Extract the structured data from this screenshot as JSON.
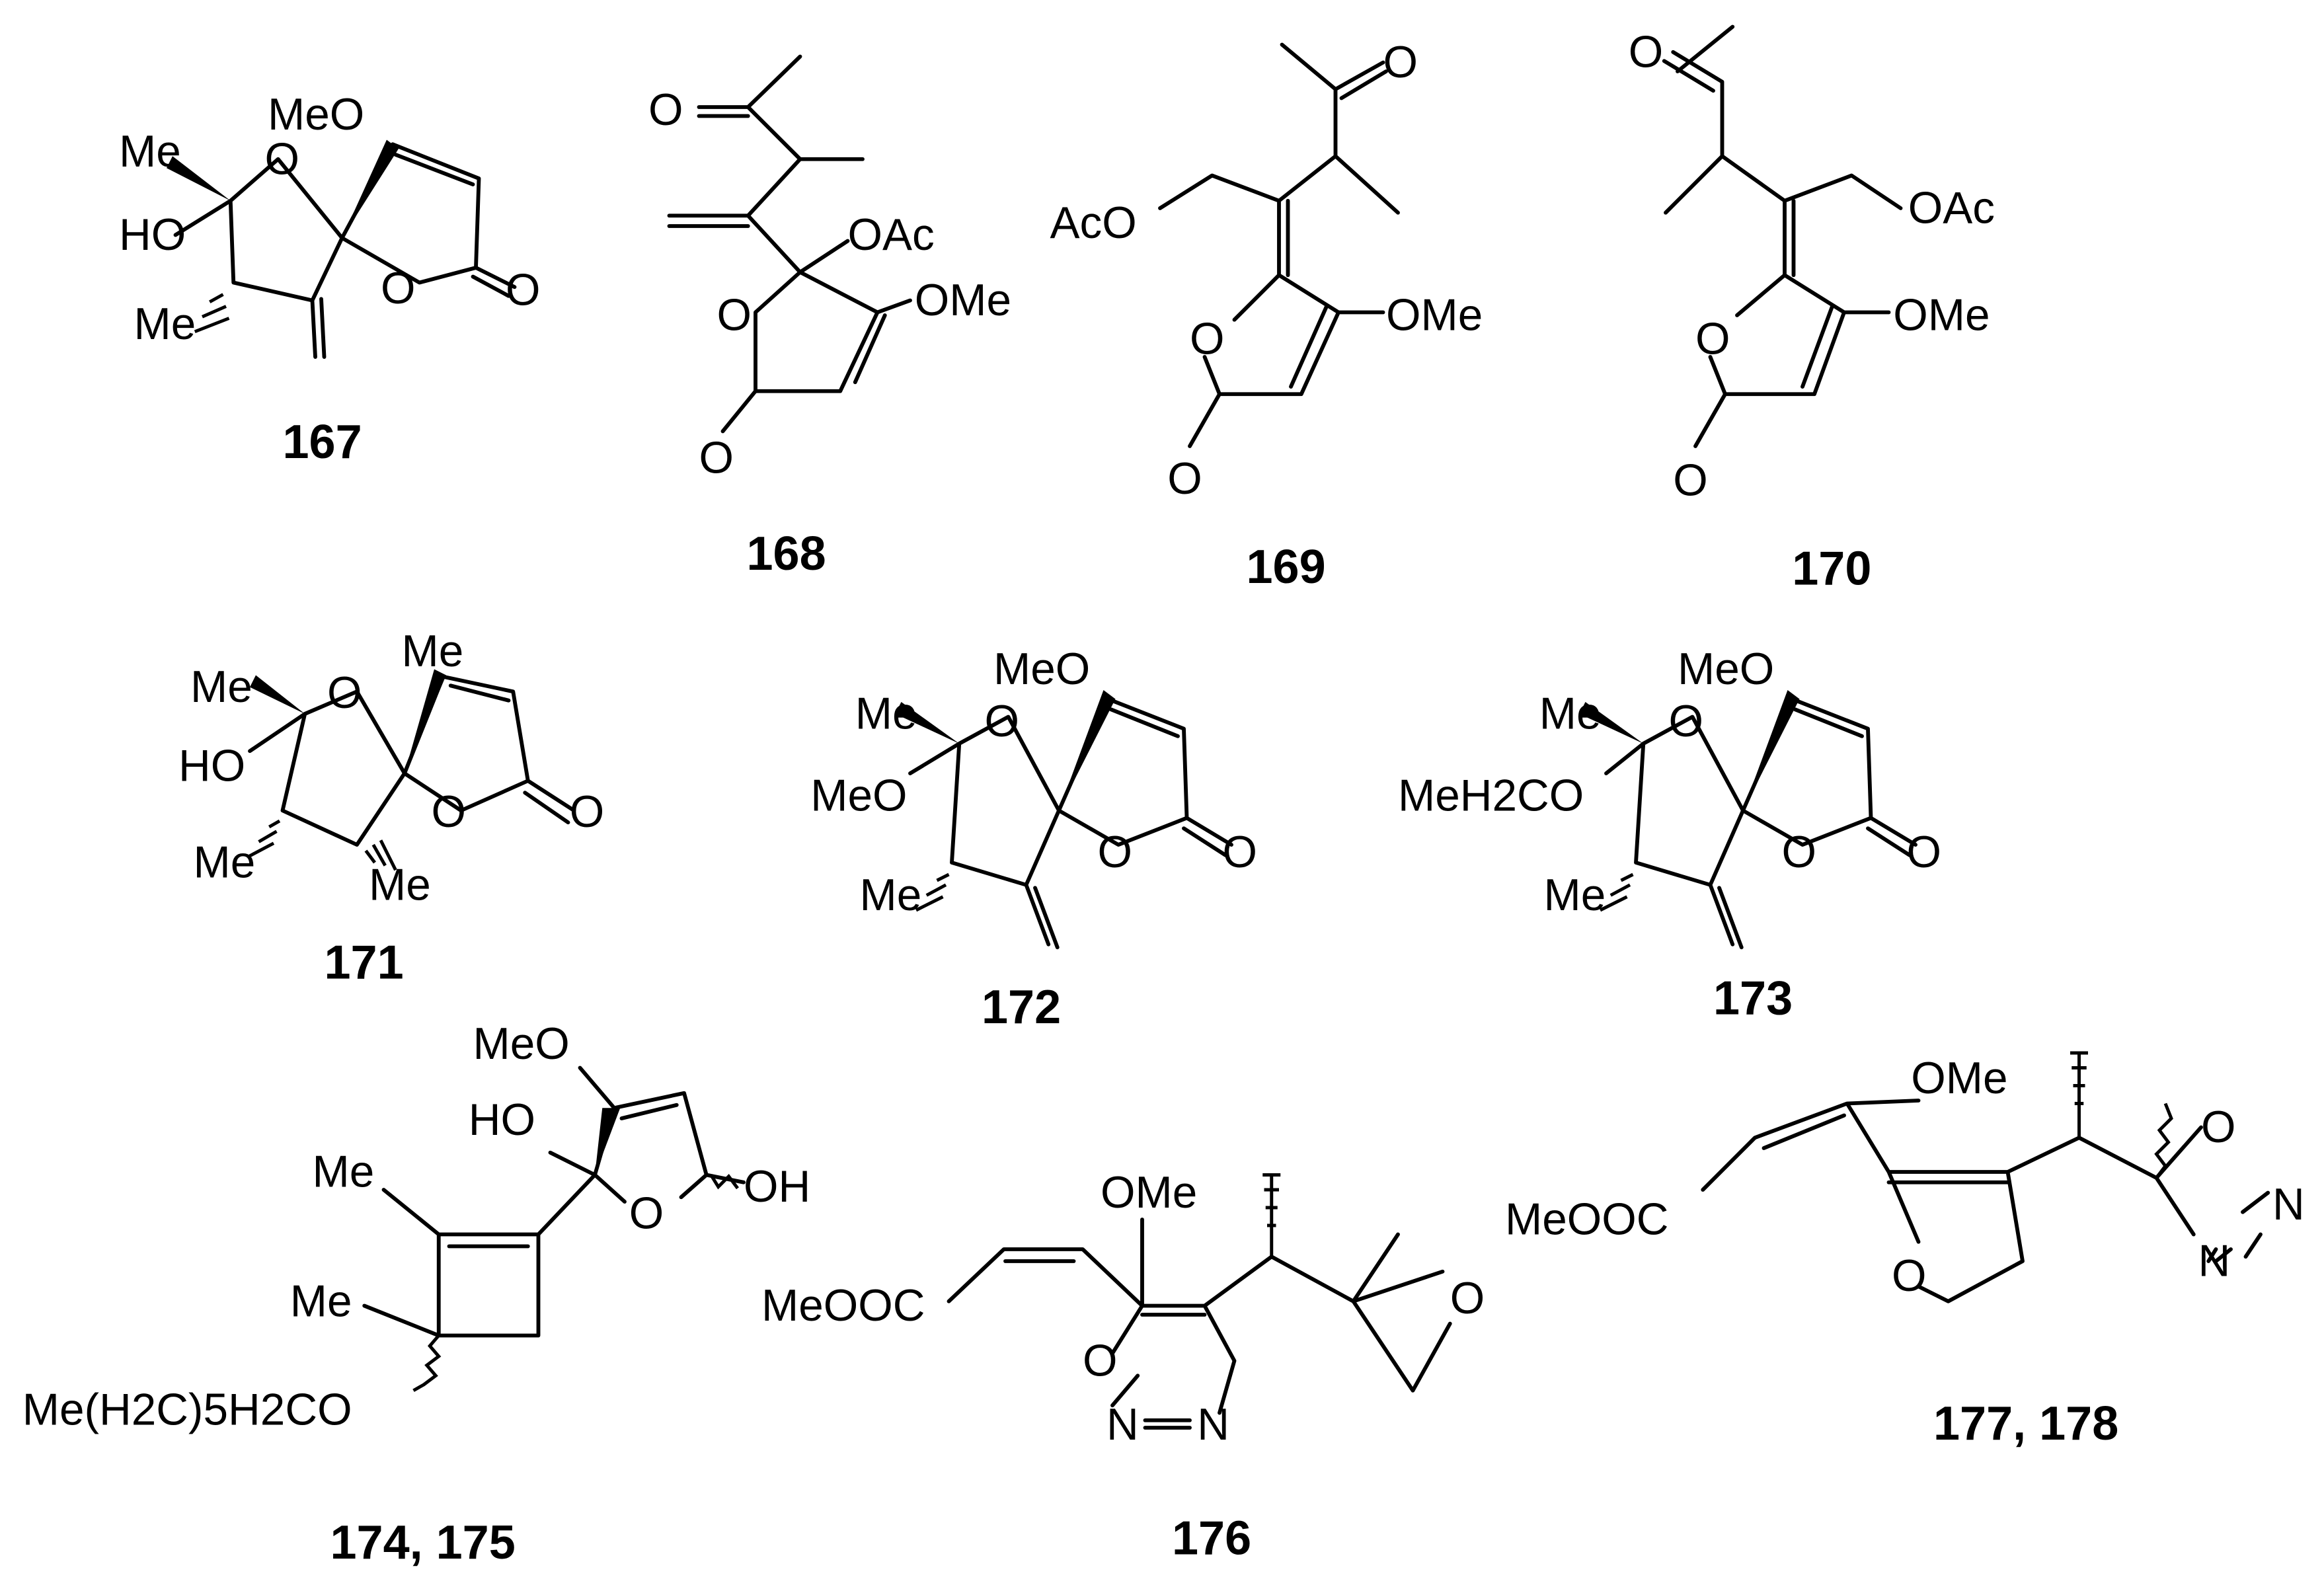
{
  "compounds": [
    {
      "id": "167",
      "labels": {
        "meo": "MeO",
        "me_top": "Me",
        "ho": "HO",
        "me_bot": "Me",
        "o_ring": "O",
        "o_lac": "O",
        "o_exo": "O"
      }
    },
    {
      "id": "168",
      "labels": {
        "o_keto": "O",
        "oac": "OAc",
        "o_ring": "O",
        "ome": "OMe",
        "o_exo": "O"
      }
    },
    {
      "id": "169",
      "labels": {
        "o_keto": "O",
        "aco": "AcO",
        "o_ring": "O",
        "ome": "OMe",
        "o_exo": "O"
      }
    },
    {
      "id": "170",
      "labels": {
        "o_keto": "O",
        "oac": "OAc",
        "o_ring": "O",
        "ome": "OMe",
        "o_exo": "O"
      }
    },
    {
      "id": "171",
      "labels": {
        "me_top": "Me",
        "me_left": "Me",
        "ho": "HO",
        "o_ring": "O",
        "o_lac": "O",
        "o_exo": "O",
        "me_bl": "Me",
        "me_br": "Me"
      }
    },
    {
      "id": "172",
      "labels": {
        "meo_top": "MeO",
        "me_left": "Me",
        "meo_left": "MeO",
        "me_bot": "Me",
        "o_ring": "O",
        "o_lac": "O",
        "o_exo": "O"
      }
    },
    {
      "id": "173",
      "labels": {
        "meo_top": "MeO",
        "me_left": "Me",
        "meh2co": "MeH2CO",
        "me_bot": "Me",
        "o_ring": "O",
        "o_lac": "O",
        "o_exo": "O"
      }
    },
    {
      "id": "174, 175",
      "labels": {
        "meo": "MeO",
        "ho": "HO",
        "oh": "OH",
        "o_ring": "O",
        "me_top": "Me",
        "me_mid": "Me",
        "chain": "Me(H2C)5H2CO"
      }
    },
    {
      "id": "176",
      "labels": {
        "ome": "OMe",
        "meooc": "MeOOC",
        "o_ring": "O",
        "n_left": "N",
        "n_right": "N",
        "o_epox": "O"
      }
    },
    {
      "id": "177, 178",
      "labels": {
        "ome": "OMe",
        "meooc": "MeOOC",
        "o_ring": "O",
        "o_oxa": "O",
        "n_right": "N",
        "n_bot": "N"
      }
    }
  ]
}
